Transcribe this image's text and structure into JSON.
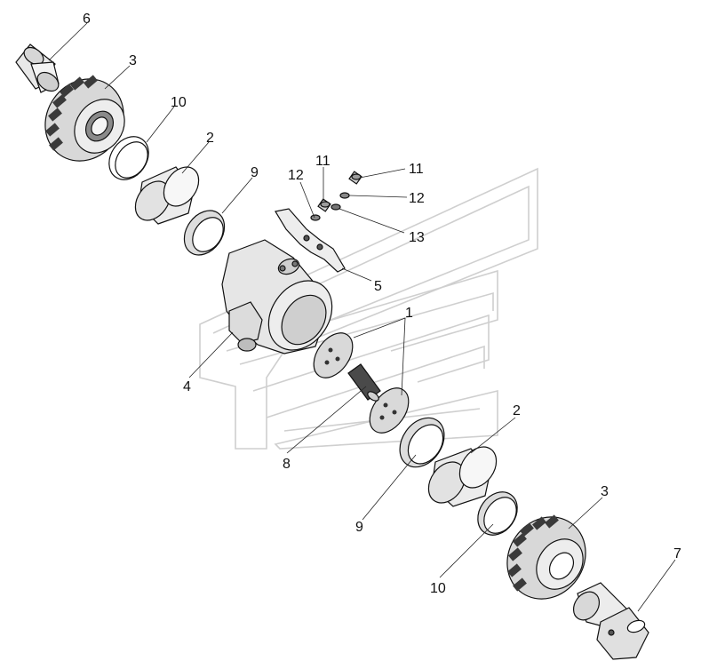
{
  "diagram": {
    "labels": {
      "l6": "6",
      "l3a": "3",
      "l10a": "10",
      "l2a": "2",
      "l9a": "9",
      "l12a": "12",
      "l11a": "11",
      "l11b": "11",
      "l12b": "12",
      "l13": "13",
      "l5": "5",
      "l1": "1",
      "l4": "4",
      "l8": "8",
      "l2b": "2",
      "l9b": "9",
      "l3b": "3",
      "l10b": "10",
      "l7": "7"
    }
  }
}
